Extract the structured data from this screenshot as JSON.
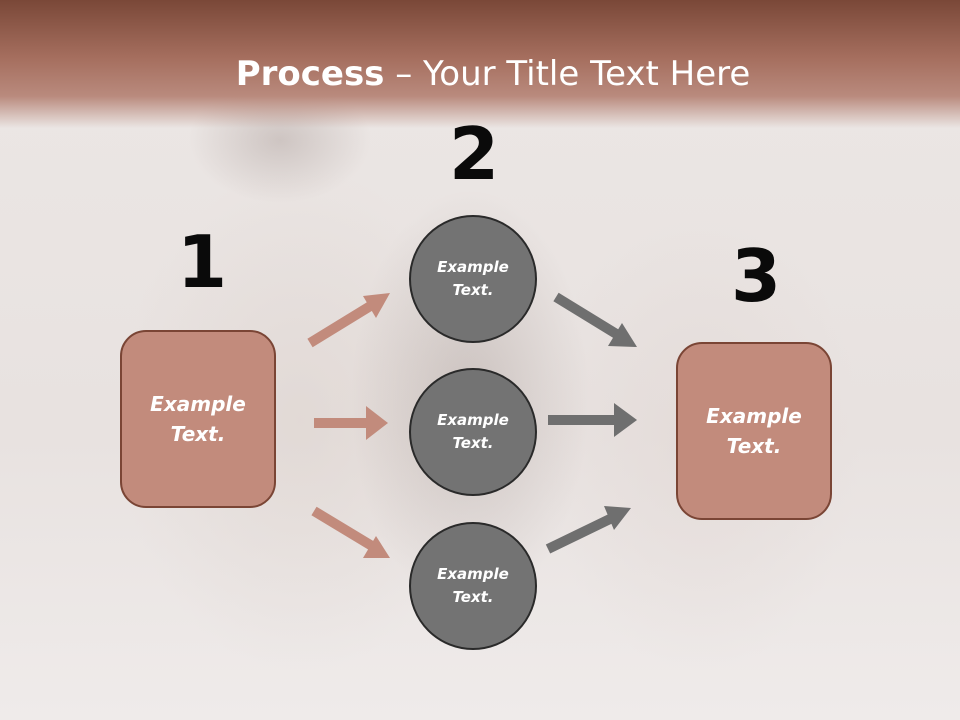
{
  "slide": {
    "title_bold": "Process",
    "title_rest": " – Your Title Text Here",
    "colors": {
      "header": "#a56e5e",
      "box_fill": "#c28b7c",
      "circle_fill": "#737373",
      "arrow_left": "#c28b7c",
      "arrow_right": "#6f6f6f"
    }
  },
  "steps": [
    {
      "number": "1"
    },
    {
      "number": "2"
    },
    {
      "number": "3"
    }
  ],
  "left_box": {
    "text": "Example\nText."
  },
  "circles": [
    {
      "text": "Example\nText."
    },
    {
      "text": "Example\nText."
    },
    {
      "text": "Example\nText."
    }
  ],
  "right_box": {
    "text": "Example\nText."
  }
}
